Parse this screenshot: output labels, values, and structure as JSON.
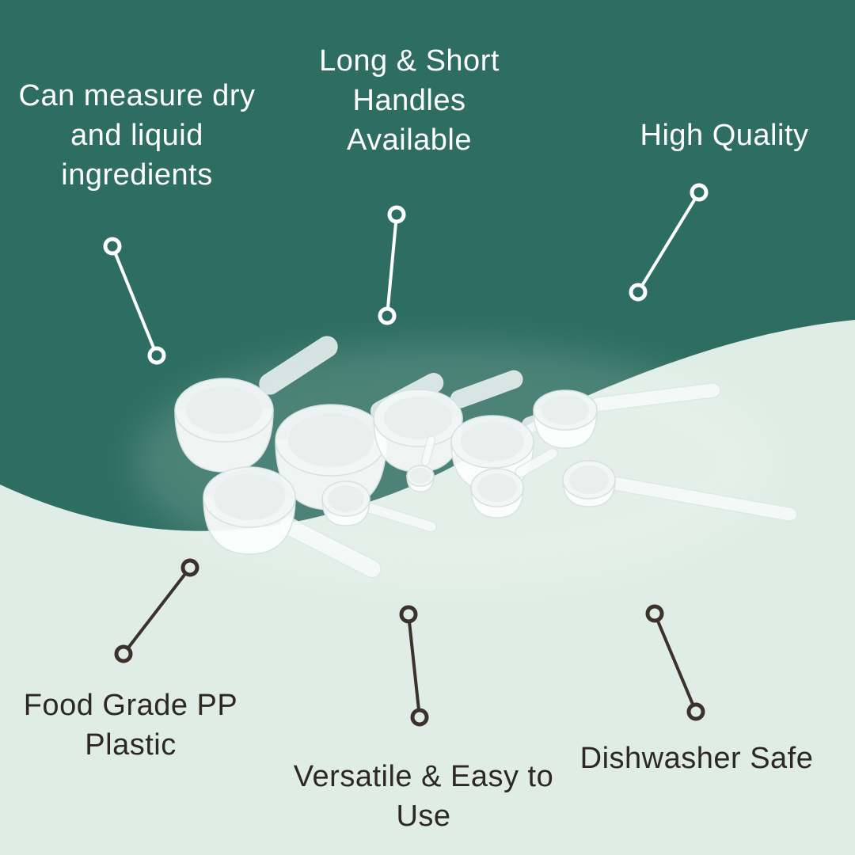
{
  "page": {
    "type": "product-infographic",
    "colors": {
      "background_top": "#2E6E62",
      "background_bottom": "#E0EDE6",
      "callout_line_light": "#FFFFFF",
      "callout_line_dark": "#3A322B",
      "text_light": "#FFFFFF",
      "text_dark": "#2E2823",
      "product_plastic": "#FDFEFE"
    }
  },
  "callouts": [
    {
      "id": "measure-ingredients",
      "label": "Can measure dry and liquid ingredients"
    },
    {
      "id": "handles-available",
      "label": "Long & Short Handles Available"
    },
    {
      "id": "high-quality",
      "label": "High Quality"
    },
    {
      "id": "food-grade",
      "label": "Food Grade PP Plastic"
    },
    {
      "id": "versatile",
      "label": "Versatile & Easy to Use"
    },
    {
      "id": "dishwasher-safe",
      "label": "Dishwasher Safe"
    }
  ],
  "product": {
    "alt": "Set of white translucent plastic measuring scoops and spoons with long and short handles"
  }
}
